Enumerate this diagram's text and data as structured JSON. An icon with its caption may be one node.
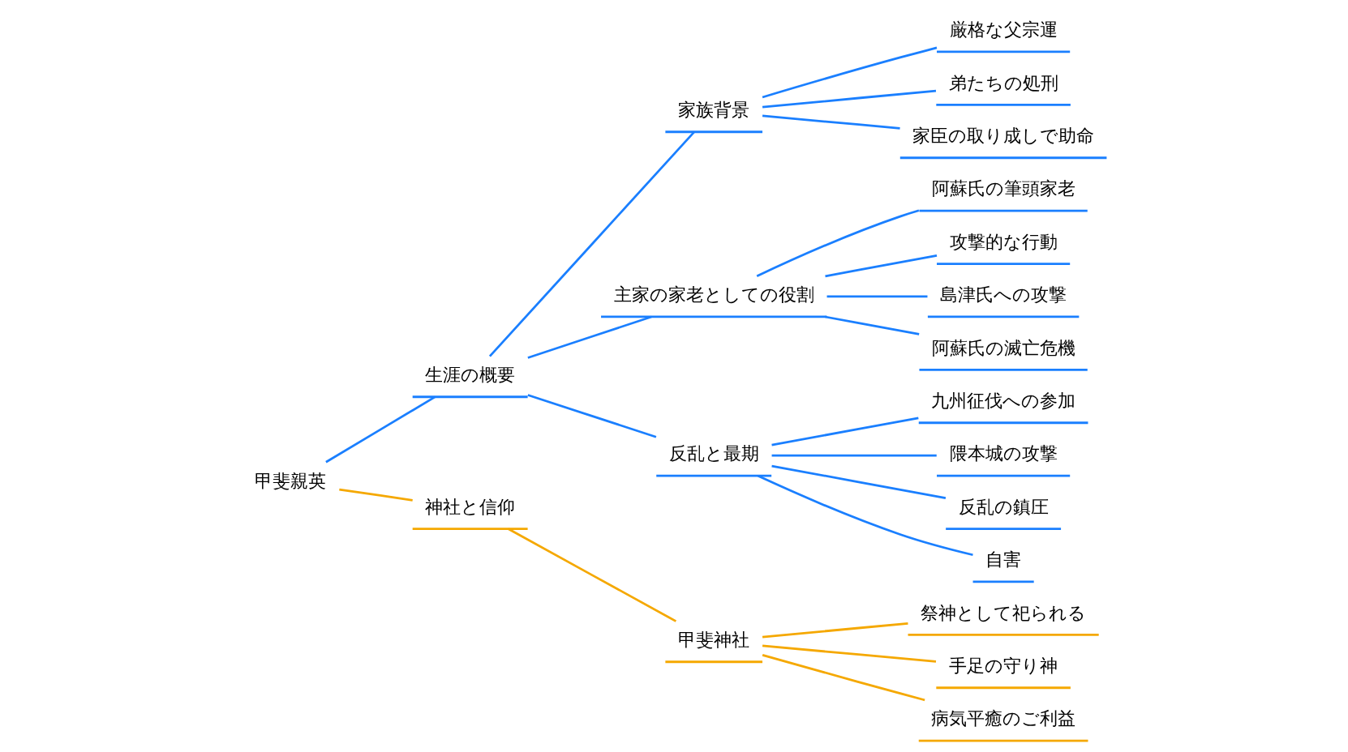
{
  "diagram": {
    "nodes": [
      {
        "text": [
          "甲斐親英"
        ]
      },
      {
        "text": [
          "生涯の概要"
        ]
      },
      {
        "text": [
          "家族背景"
        ]
      },
      {
        "text": [
          "厳格な父宗運"
        ]
      },
      {
        "text": [
          "弟たちの処刑"
        ]
      },
      {
        "text": [
          "家臣の取り成しで助命"
        ]
      },
      {
        "text": [
          "主家の家老としての役割"
        ]
      },
      {
        "text": [
          "阿蘇氏の筆頭家老"
        ]
      },
      {
        "text": [
          "攻撃的な行動"
        ]
      },
      {
        "text": [
          "島津氏への攻撃"
        ]
      },
      {
        "text": [
          "阿蘇氏の滅亡危機"
        ]
      },
      {
        "text": [
          "反乱と最期"
        ]
      },
      {
        "text": [
          "九州征伐への参加"
        ]
      },
      {
        "text": [
          "隈本城の攻撃"
        ]
      },
      {
        "text": [
          "反乱の鎮圧"
        ]
      },
      {
        "text": [
          "自害"
        ]
      },
      {
        "text": [
          "神社と信仰"
        ]
      },
      {
        "text": [
          "甲斐神社"
        ]
      },
      {
        "text": [
          "祭神として祀られる"
        ]
      },
      {
        "text": [
          "手足の守り神"
        ]
      },
      {
        "text": [
          "病気平癒のご利益"
        ]
      }
    ],
    "edges": [
      {
        "from": 0,
        "to": 1,
        "arrow": "none"
      },
      {
        "from": 1,
        "to": 2,
        "arrow": "none"
      },
      {
        "from": 2,
        "to": 3,
        "arrow": "none"
      },
      {
        "from": 2,
        "to": 4,
        "arrow": "none"
      },
      {
        "from": 2,
        "to": 5,
        "arrow": "none"
      },
      {
        "from": 1,
        "to": 6,
        "arrow": "none"
      },
      {
        "from": 6,
        "to": 7,
        "arrow": "none"
      },
      {
        "from": 6,
        "to": 8,
        "arrow": "none"
      },
      {
        "from": 6,
        "to": 9,
        "arrow": "none"
      },
      {
        "from": 6,
        "to": 10,
        "arrow": "none"
      },
      {
        "from": 1,
        "to": 11,
        "arrow": "none"
      },
      {
        "from": 11,
        "to": 12,
        "arrow": "none"
      },
      {
        "from": 11,
        "to": 13,
        "arrow": "none"
      },
      {
        "from": 11,
        "to": 14,
        "arrow": "none"
      },
      {
        "from": 11,
        "to": 15,
        "arrow": "none"
      },
      {
        "from": 0,
        "to": 16,
        "arrow": "none",
        "color": "#f5a800"
      },
      {
        "from": 16,
        "to": 17,
        "arrow": "none",
        "color": "#f5a800"
      },
      {
        "from": 17,
        "to": 18,
        "arrow": "none",
        "color": "#f5a800"
      },
      {
        "from": 17,
        "to": 19,
        "arrow": "none",
        "color": "#f5a800"
      },
      {
        "from": 17,
        "to": 20,
        "arrow": "none",
        "color": "#f5a800"
      }
    ]
  }
}
